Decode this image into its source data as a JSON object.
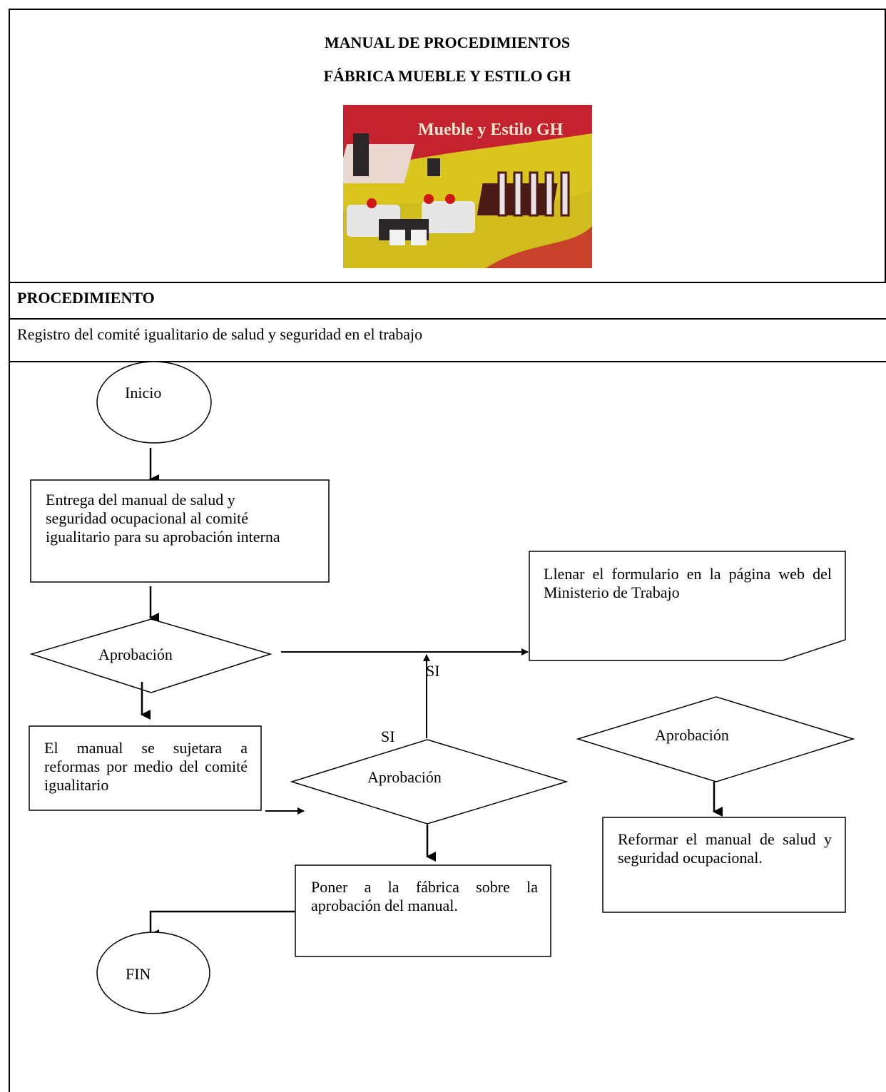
{
  "header": {
    "title_line1": "MANUAL DE PROCEDIMIENTOS",
    "title_line2": "FÁBRICA MUEBLE Y ESTILO GH",
    "logo_text": "Mueble y Estilo GH"
  },
  "procedure": {
    "heading": "PROCEDIMIENTO",
    "name": "Registro del comité igualitario de salud y seguridad en el trabajo"
  },
  "flowchart": {
    "start_label": "Inicio",
    "end_label": "FIN",
    "step_deliver": "Entrega del manual de salud y seguridad ocupacional al comité igualitario para su aprobación interna",
    "decision_1": "Aprobación",
    "step_form": "Llenar el formulario en la página web del Ministerio de Trabajo",
    "label_si_1": "SI",
    "label_si_2": "SI",
    "step_reforms": "El manual se sujetara a reformas por medio del comité igualitario",
    "decision_2": "Aprobación",
    "decision_3": "Aprobación",
    "step_reform_manual": "Reformar el manual de salud y seguridad ocupacional.",
    "step_notify": "Poner a la fábrica sobre la aprobación del manual."
  }
}
